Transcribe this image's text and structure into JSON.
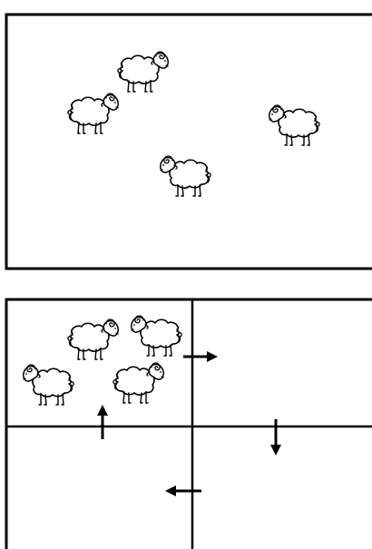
{
  "top_panel": {
    "sheep": [
      {
        "id": "sheep-1",
        "facing": "right"
      },
      {
        "id": "sheep-2",
        "facing": "right"
      },
      {
        "id": "sheep-3",
        "facing": "left"
      },
      {
        "id": "sheep-4",
        "facing": "left"
      }
    ]
  },
  "bottom_panel": {
    "quadrants": [
      "top-left",
      "top-right",
      "bottom-left",
      "bottom-right"
    ],
    "sheep": [
      {
        "id": "sheep-5",
        "facing": "right",
        "quadrant": "top-left"
      },
      {
        "id": "sheep-6",
        "facing": "left",
        "quadrant": "top-left"
      },
      {
        "id": "sheep-7",
        "facing": "left",
        "quadrant": "top-left"
      },
      {
        "id": "sheep-8",
        "facing": "right",
        "quadrant": "top-left"
      }
    ],
    "arrows": [
      {
        "id": "arrow-1",
        "direction": "right",
        "from_quadrant": "top-left",
        "to_quadrant": "top-right"
      },
      {
        "id": "arrow-2",
        "direction": "down",
        "from_quadrant": "top-right",
        "to_quadrant": "bottom-right"
      },
      {
        "id": "arrow-3",
        "direction": "left",
        "from_quadrant": "bottom-right",
        "to_quadrant": "bottom-left"
      },
      {
        "id": "arrow-4",
        "direction": "up",
        "from_quadrant": "bottom-left",
        "to_quadrant": "top-left"
      }
    ]
  },
  "colors": {
    "line": "#000000",
    "background": "#ffffff"
  }
}
